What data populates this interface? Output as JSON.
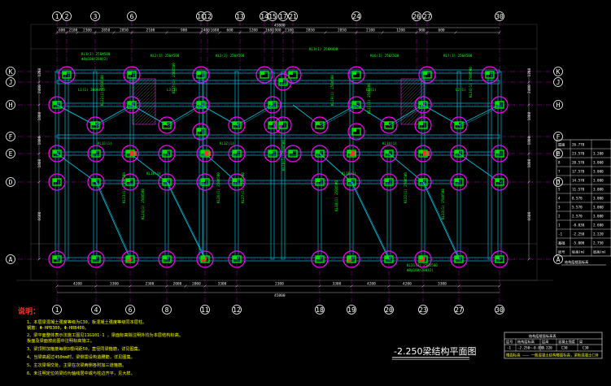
{
  "plan": {
    "title": "-2.250梁结构平面图",
    "top_axes": [
      "1",
      "2",
      "3",
      "6",
      "10",
      "12",
      "13",
      "14",
      "15",
      "17",
      "21",
      "24",
      "26",
      "27",
      "30"
    ],
    "bottom_axes": [
      "1",
      "4",
      "6",
      "8",
      "11",
      "12",
      "18",
      "19",
      "20",
      "23",
      "27",
      "30"
    ],
    "left_axes": [
      "K",
      "J",
      "H",
      "F",
      "E",
      "D",
      "A"
    ],
    "right_axes": [
      "K",
      "J",
      "H",
      "F",
      "E",
      "D",
      "A"
    ],
    "top_dims": [
      "600",
      "2100",
      "2300",
      "2850",
      "2850",
      "2100",
      "900",
      "2400",
      "1680",
      "600",
      "1200",
      "1680",
      "900",
      "2100",
      "2850",
      "2850",
      "2100",
      "1200",
      "900",
      "600"
    ],
    "top_total": "45800",
    "bottom_dims": [
      "4200",
      "3300",
      "2300",
      "2000",
      "2000",
      "3300",
      "2300",
      "3300",
      "4200",
      "4200",
      "3300"
    ],
    "bottom_total": "45800",
    "left_dims": [
      "1200",
      "2400",
      "1800",
      "1800",
      "1800",
      "6600"
    ],
    "right_dims": [
      "1200",
      "2400",
      "1800",
      "1800",
      "1800",
      "6600"
    ]
  },
  "notes": {
    "heading": "说明：",
    "lines": [
      "1、本层梁混凝土强度等级为C30，板混凝土强度等级同本层柱。",
      "   钢筋：Φ-HPB300，Φ-HRB400。",
      "2、梁平面整体表示法施工图见11G101-1 ，梁面标高除注明外均为本层结构标高。",
      "   板面及梁面按此图中注明标高施工。",
      "3、梁顶附加箍筋每侧3根间距50，直径同梁箍筋，详见图集。",
      "4、当梁高超过450mm时，梁侧需设构造腰筋，详见图集。",
      "5、主次梁相交处，主梁在次梁两侧各附加三道箍筋。",
      "6、未注明定位的梁均为轴线居中或与柱边齐平，见大样。"
    ]
  },
  "elevation_table": {
    "headers": [
      "层号",
      "标高(m)",
      "层高(m)"
    ],
    "rows": [
      [
        "屋面",
        "26.770",
        ""
      ],
      [
        "9",
        "23.570",
        "3.200"
      ],
      [
        "8",
        "20.570",
        "3.000"
      ],
      [
        "7",
        "17.570",
        "3.000"
      ],
      [
        "6",
        "14.570",
        "3.000"
      ],
      [
        "5",
        "11.570",
        "3.000"
      ],
      [
        "4",
        "8.570",
        "3.000"
      ],
      [
        "3",
        "5.570",
        "3.000"
      ],
      [
        "2",
        "2.570",
        "3.000"
      ],
      [
        "1",
        "-0.030",
        "2.600"
      ],
      [
        "-1",
        "-2.250",
        "2.220"
      ],
      [
        "基础",
        "-5.000",
        "2.750"
      ]
    ],
    "caption": "结构层楼面标高"
  },
  "drawing_table": {
    "header": "结构层楼面标高表",
    "cols": [
      "层号",
      "结构层标高",
      "层高",
      "混凝土强度",
      "梁"
    ],
    "row": [
      "-1",
      "-2.250~-0.030",
      "2.220",
      "C30",
      "C30"
    ],
    "foot": "楼面标高 ——— 一般混凝土结构楼面标高，梁板混凝土C30"
  },
  "colors": {
    "axis": "#ff00ff",
    "beam": "#00bcd4",
    "column": "#00e000",
    "label": "#00ff00",
    "note": "#ffff00",
    "wall": "#ff3030",
    "frame": "#ffffff"
  }
}
